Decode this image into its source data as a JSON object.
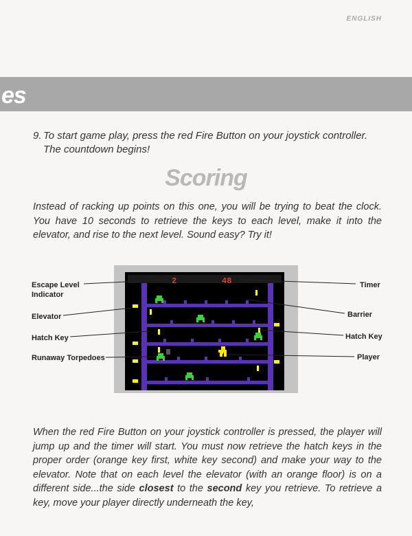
{
  "header": {
    "language": "ENGLISH",
    "band_fragment": "es"
  },
  "step9": {
    "number": "9.",
    "line1": "To start game play, press the red Fire Button on your joystick controller.",
    "line2": "The countdown begins!"
  },
  "scoring": {
    "heading": "Scoring",
    "intro": "Instead of racking up points on this one, you will be trying to beat the clock. You have 10 seconds to retrieve the keys to each level, make it into the elevator, and rise to the next level. Sound easy? Try it!"
  },
  "diagram": {
    "labels": {
      "escape_level_1": "Escape Level",
      "escape_level_2": "Indicator",
      "elevator": "Elevator",
      "hatch_key_left": "Hatch Key",
      "runaway_torpedoes": "Runaway Torpedoes",
      "timer": "Timer",
      "barrier": "Barrier",
      "hatch_key_right": "Hatch Key",
      "player": "Player"
    },
    "screen": {
      "level_value": "2",
      "timer_value": "48"
    },
    "colors": {
      "background": "#000000",
      "frame": "#5a32b4",
      "digits": "#e04020",
      "torpedo": "#3ad23a",
      "key": "#ffff33",
      "player": "#ffe600"
    }
  },
  "body": {
    "t1": "When the red Fire Button on your joystick controller is pressed, the player will jump up and the timer will start. You must now retrieve the hatch keys in the proper order (orange key first, white key second) and make your way to the elevator. Note that on each level the elevator (with an orange floor) is on a different side...the side ",
    "b1": "closest",
    "t2": " to the ",
    "b2": "second",
    "t3": " key you retrieve. To retrieve a key, move your player directly underneath the key,"
  }
}
